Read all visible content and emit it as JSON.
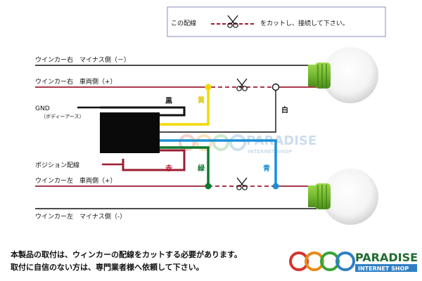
{
  "legend": {
    "prefix": "この配線",
    "suffix": "をカットし、接続して下さい。"
  },
  "lines": {
    "right_minus": "ウインカー右　マイナス側（－）",
    "right_car": "ウインカー右　車両側（+）",
    "gnd": "GND",
    "gnd_sub": "（ボディーアース）",
    "position": "ポジション配線",
    "left_car": "ウインカー左　車両側（+）",
    "left_minus": "ウインカー左　マイナス側（-）"
  },
  "wire_colors": {
    "black": "黒",
    "yellow": "黄",
    "white": "白",
    "red": "赤",
    "green": "緑",
    "blue": "青"
  },
  "colors": {
    "red_line": "#9b1d32",
    "yellow": "#f2d800",
    "green": "#0c7a2e",
    "blue": "#1a8fd6",
    "black": "#111111",
    "bulb_base": "#7fc53a"
  },
  "watermark": {
    "brand": "PARADISE",
    "sub": "INTERNET SHOP"
  },
  "note": {
    "line1": "本製品の取付は、ウィンカーの配線をカットする必要があります。",
    "line2": "取付に自信のない方は、専門業者様へ依頼して下さい。"
  },
  "logo": {
    "brand": "PARADISE",
    "sub": "INTERNET SHOP"
  }
}
